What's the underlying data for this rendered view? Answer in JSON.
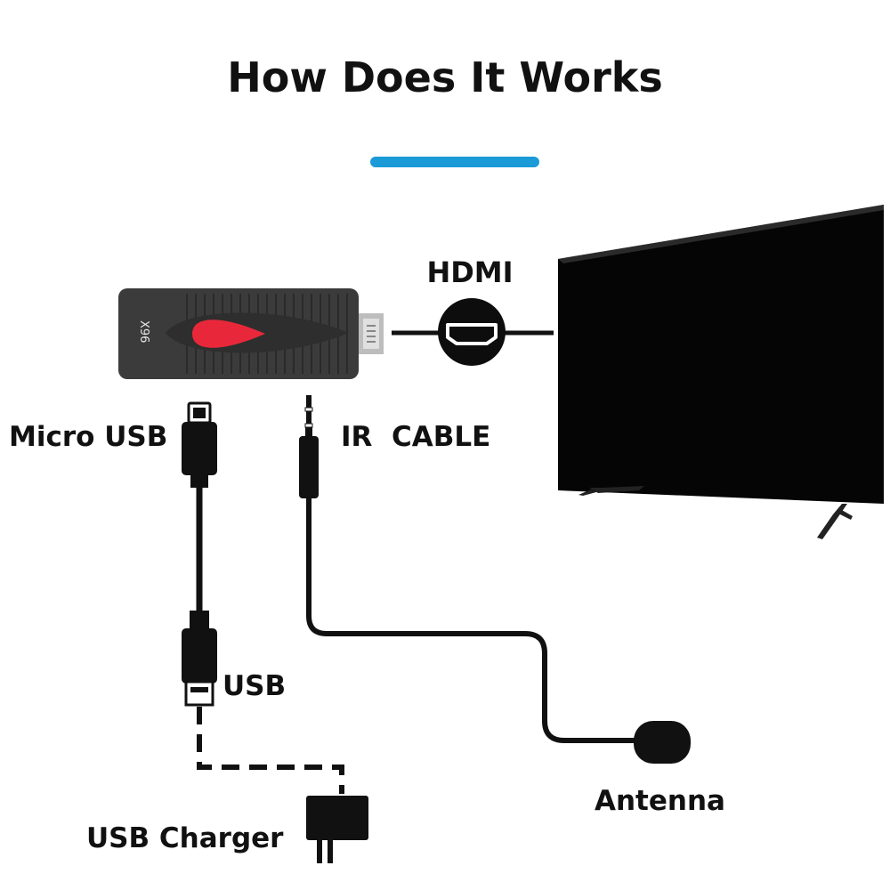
{
  "title": "How Does It Works",
  "colors": {
    "accent": "#1a9ad6",
    "cable": "#111111",
    "device_body": "#3a3a3a",
    "device_logo": "#e8283a",
    "tv_screen": "#050505",
    "background": "#ffffff"
  },
  "labels": {
    "hdmi": "HDMI",
    "micro_usb": "Micro USB",
    "ir_cable": "IR  CABLE",
    "usb": "USB",
    "usb_charger": "USB Charger",
    "antenna": "Antenna"
  },
  "device": {
    "brand_mark": "X96"
  },
  "icons": {
    "hdmi_port": "hdmi-port-icon",
    "tv": "television-icon",
    "tv_stick": "tv-stick-icon",
    "micro_usb_plug": "micro-usb-plug-icon",
    "audio_jack": "audio-jack-icon",
    "usb_plug": "usb-plug-icon",
    "charger": "power-adapter-icon",
    "ir_receiver": "ir-receiver-icon"
  }
}
